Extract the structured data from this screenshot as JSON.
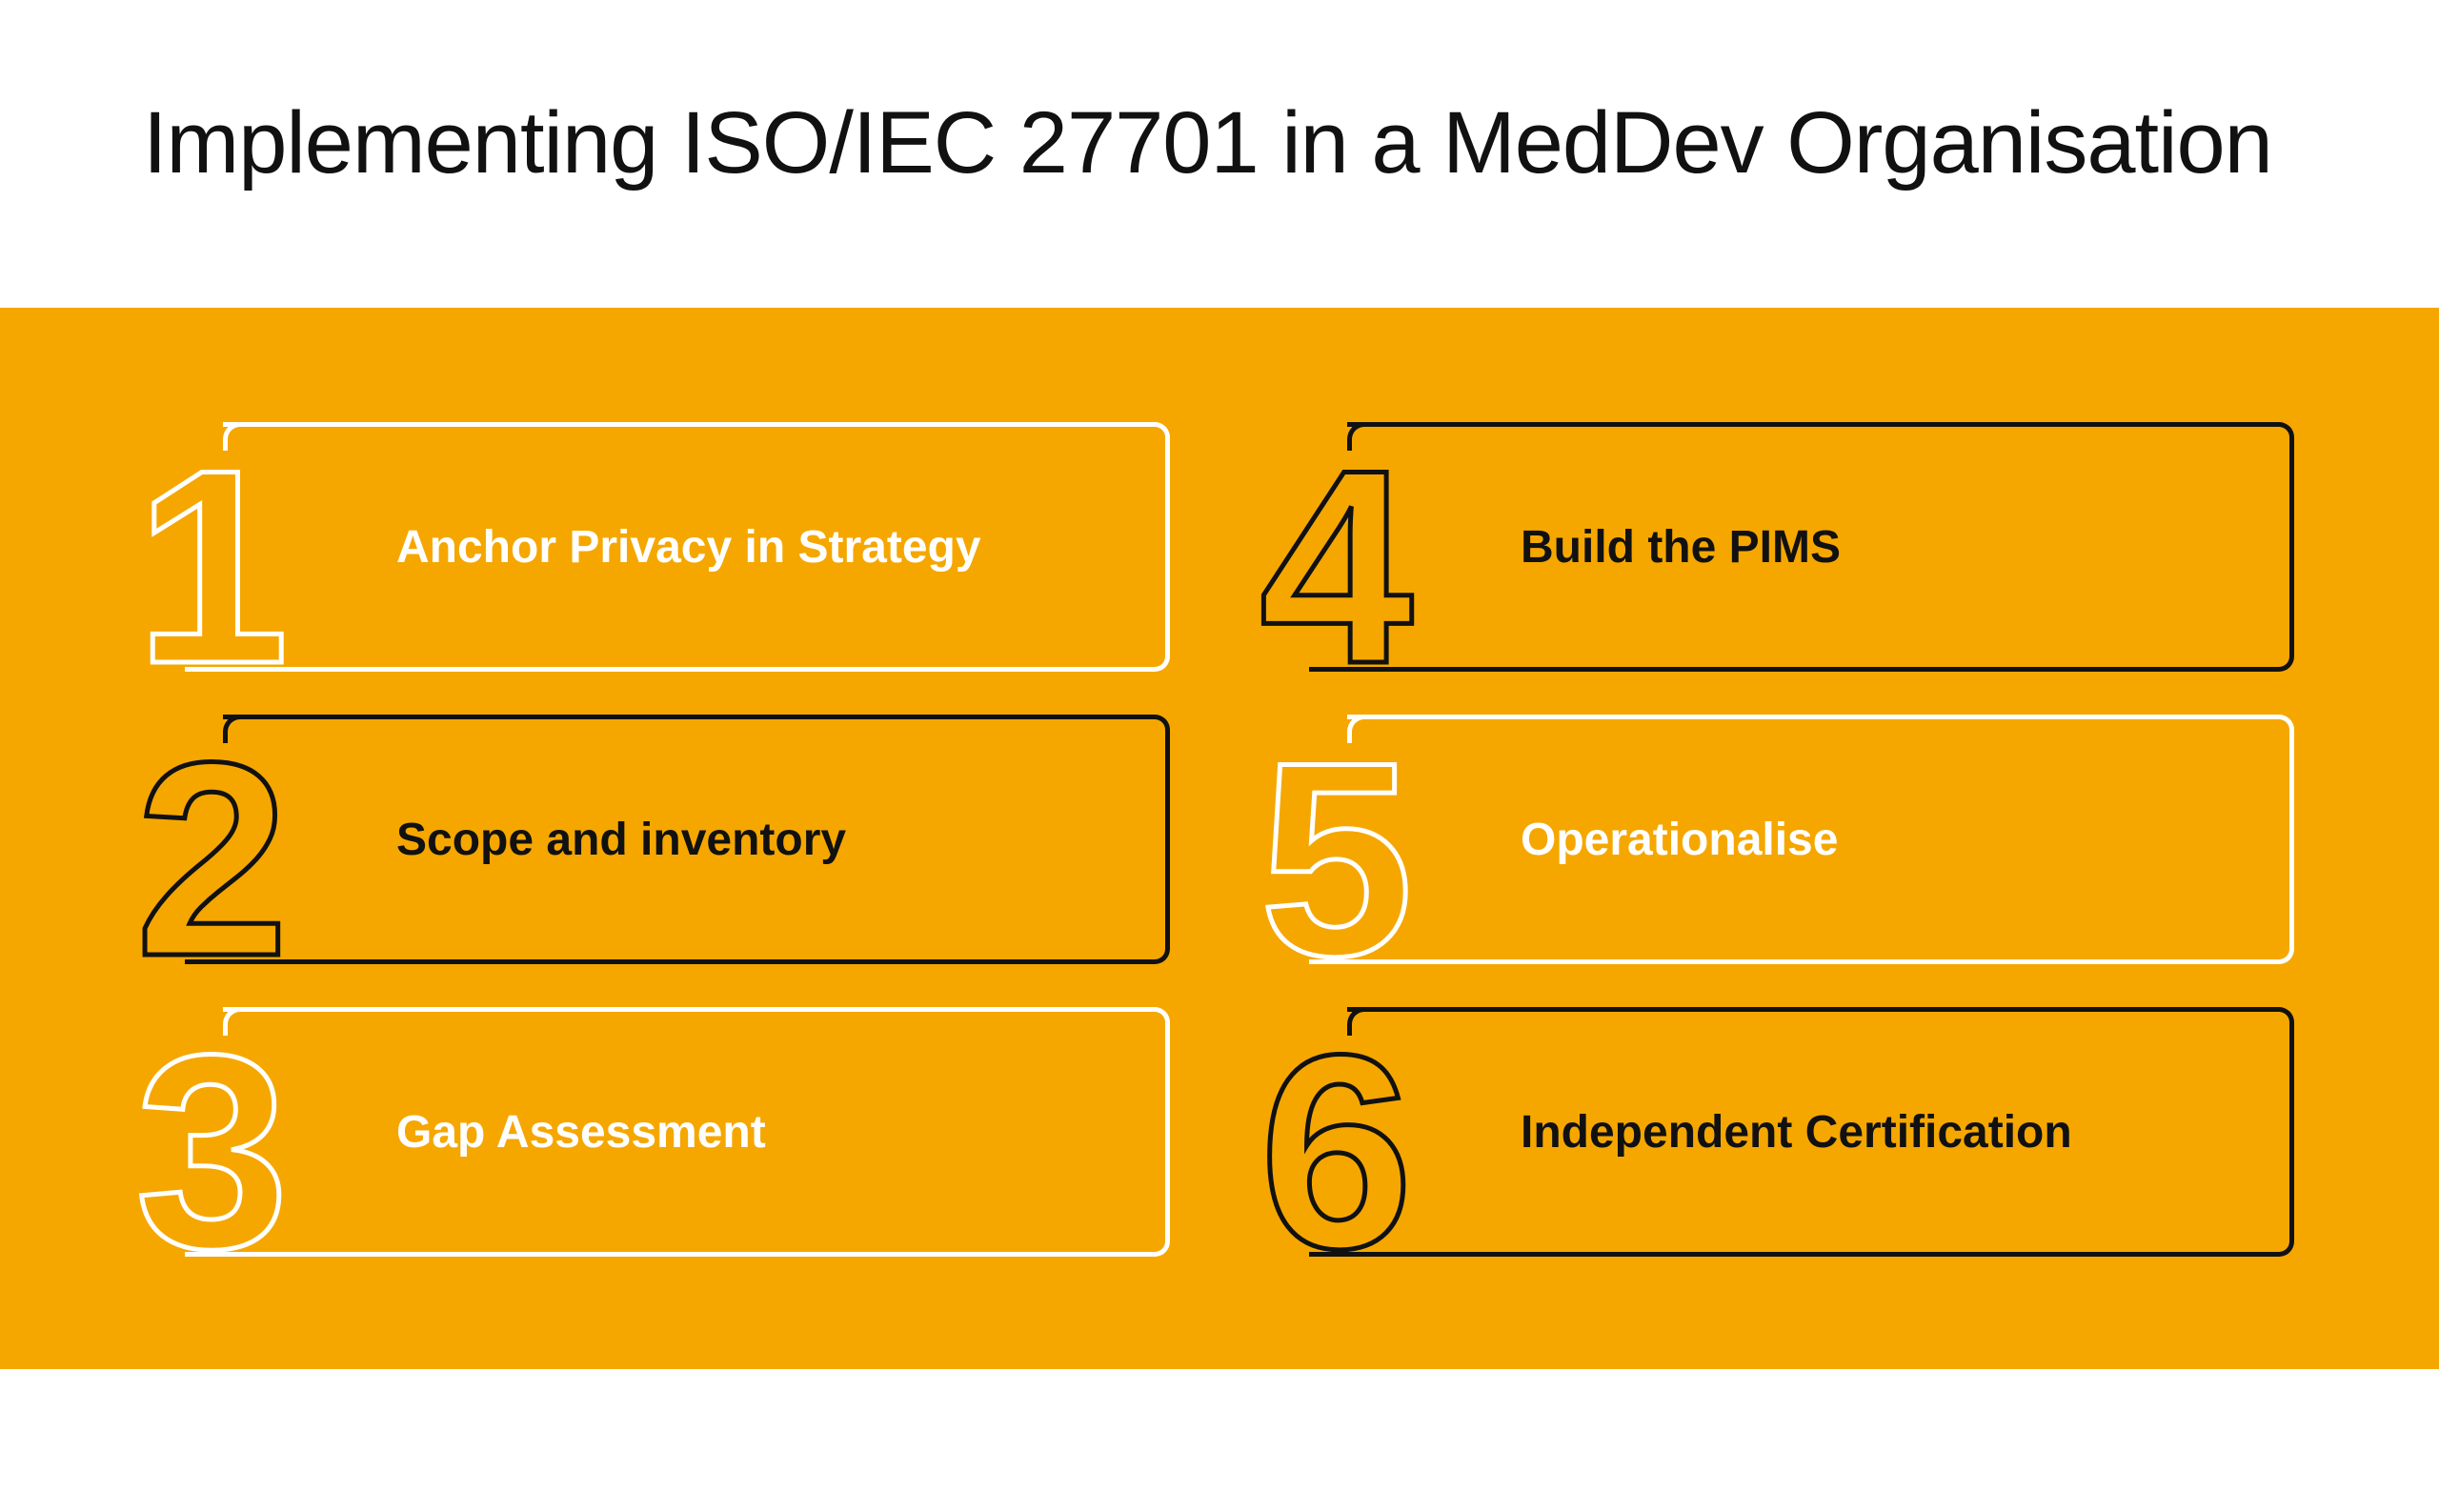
{
  "title": "Implementing ISO/IEC 27701 in a MedDev Organisation",
  "colors": {
    "band": "#F5A700",
    "white": "#FFFFFF",
    "black": "#111111"
  },
  "steps": [
    {
      "number": "1",
      "label": "Anchor Privacy in Strategy",
      "style": "white"
    },
    {
      "number": "2",
      "label": "Scope and inventory",
      "style": "black"
    },
    {
      "number": "3",
      "label": "Gap Assessment",
      "style": "white"
    },
    {
      "number": "4",
      "label": "Build the PIMS",
      "style": "black"
    },
    {
      "number": "5",
      "label": "Operationalise",
      "style": "white"
    },
    {
      "number": "6",
      "label": "Independent Certification",
      "style": "black"
    }
  ]
}
